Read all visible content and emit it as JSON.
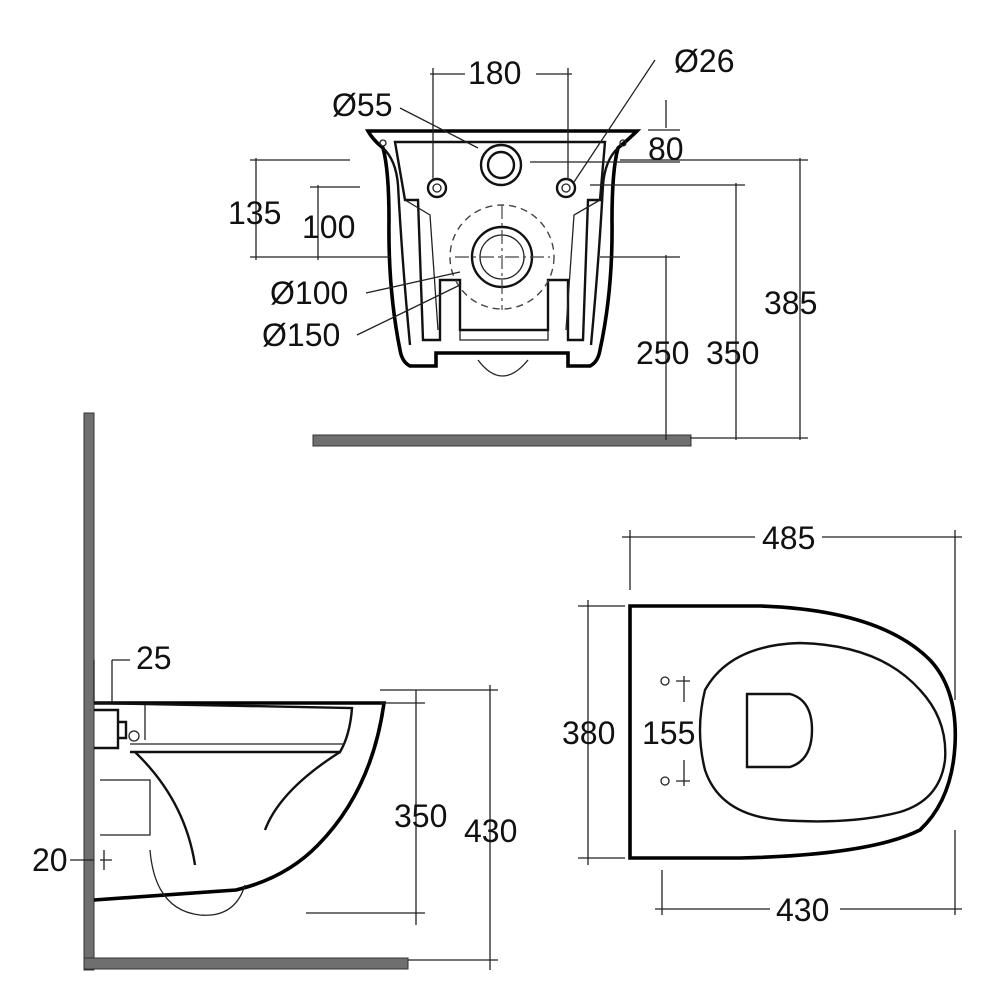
{
  "front_view": {
    "dims": {
      "d55": "Ø55",
      "w180": "180",
      "d26": "Ø26",
      "h80": "80",
      "h135": "135",
      "h100": "100",
      "d100": "Ø100",
      "d150": "Ø150",
      "h250": "250",
      "h350": "350",
      "h385": "385"
    }
  },
  "side_view": {
    "dims": {
      "t25": "25",
      "t20": "20",
      "h350": "350",
      "h430": "430"
    }
  },
  "top_view": {
    "dims": {
      "w485": "485",
      "w380": "380",
      "s155": "155",
      "l430": "430"
    }
  }
}
